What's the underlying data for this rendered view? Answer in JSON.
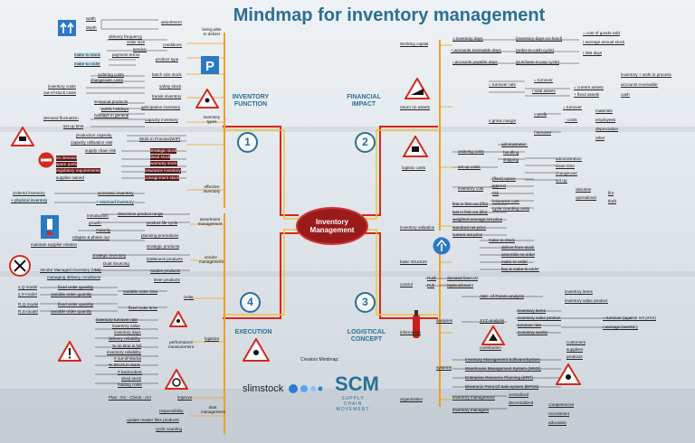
{
  "title": "Mindmap for inventory management",
  "center": "Inventory Management",
  "sections": {
    "s1": "INVENTORY FUNCTION",
    "s2": "FINANCIAL IMPACT",
    "s3": "LOGISTICAL CONCEPT",
    "s4": "EXECUTION"
  },
  "numbers": {
    "n1": "1",
    "n2": "2",
    "n3": "3",
    "n4": "4"
  },
  "credits": "Creators Mindmap:",
  "logo1": "slimstock",
  "logo2": "SCM",
  "logo2_sub": "SUPPLY CHAIN MOVEMENT",
  "q1": {
    "width": "width",
    "depth": "depth",
    "assortment": "assortment",
    "delivery_frequency": "delivery frequency",
    "order_size": "order size",
    "service": "service",
    "conditions": "conditions",
    "being_able": "being able to deliver",
    "make_to_stock": "make-to-stock",
    "make_to_order": "make-to-order",
    "payment_terms": "payment terms",
    "product_type": "product type",
    "ordering_costs": "ordering costs",
    "changeover_costs": "changeover costs",
    "batch_size_stock": "batch size stock",
    "inventory_costs": "inventory costs",
    "out_of_stock": "out-of-stock costs",
    "safety_stock": "safety stock",
    "transit_inventory": "transit inventory",
    "seasonal": "seasonal products",
    "public_holidays": "public holidays",
    "holidays_general": "holidays in general",
    "anticipation": "anticipation inventory",
    "demand_fluct": "demand fluctuation",
    "set_up_time": "set up time",
    "capacity_inv": "capacity inventory",
    "inventory_types": "inventory types",
    "production_capacity": "production capacity",
    "capacity_util": "capacity utilisation rate",
    "wip": "Work In Process(WIP)",
    "supply_chain_risk": "supply chain risk",
    "no_demand": "no demand",
    "spare_parts": "spare parts",
    "regulatory": "regulatory requirements",
    "supplier_owned": "supplier owned",
    "strategic_stock": "strategic stock",
    "dead_stock": "dead stock",
    "warranty_stock": "warranty stock",
    "insurance_inv": "insurance inventory",
    "consignment": "consignment stock",
    "ordered_inventory": "ordered inventory",
    "physical_inventory": "+ physical inventory",
    "economic_inventory": "economic inventory",
    "reserved_inventory": "+ reserved inventory",
    "effective_inventory": "effective inventory"
  },
  "q4": {
    "determine_range": "determine product range",
    "introduction": "introduction",
    "growth": "growth",
    "maturity": "maturity",
    "relapse": "relapse & phase out",
    "maintain_supplier": "maintain supplier relation",
    "plc": "product life cycle",
    "assortment_mgmt": "assortment management",
    "planning_promotions": "planning promotions",
    "strategic_products": "strategic products",
    "strategic_inventory": "strategic inventory",
    "dual_sourcing": "Dual Sourcing",
    "bottleneck": "bottleneck products",
    "vmi": "Vendor Managed Inventory (VMI)",
    "managing_delivery": "managing delivery conditions",
    "routine": "routine products",
    "lever": "lever products",
    "vendor_mgmt": "vendor management",
    "sq_model": "s,Q-model",
    "sS_model": "s,S-model",
    "RQ_model": "R,Q-model",
    "RS_model": "R,S-model",
    "fixed_order_q1": "fixed order quantity",
    "variable_order_q1": "variable order quantity",
    "fixed_order_q2": "fixed order quantity",
    "variable_order_q2": "variable order quantity",
    "variable_order_time": "variable order time",
    "fixed_order_time": "fixed order time",
    "order": "order",
    "turnover_rate": "inventory turnover rate",
    "inventory_value": "inventory value",
    "inventory_days": "inventory days",
    "delivery_rel": "delivery reliability",
    "on_time_full": "% on time in full",
    "inv_reliability": "inventory reliability",
    "out_of_stocks": "# out-of-stocks",
    "sku_stock": "% SKU's in stock",
    "backorders": "# backorders",
    "dead_stock": "dead stock",
    "holding_costs": "holding costs",
    "perf_meas": "performance measurement",
    "logistics": "logistics",
    "pdca": "Plan - Do - Check - Act",
    "improve": "improve",
    "responsibility": "responsibility",
    "update_master": "update master files products",
    "cycle_counting": "cycle counting",
    "data_mgmt": "data management"
  },
  "q2": {
    "working_capital": "Working capital",
    "inventory_days": "+ inventory days",
    "inv_days_onhand": "(inventory-days-on-hand)",
    "receivable_days": "+ accounts receivable days",
    "order_to_cash": "(order-to-cash cycle)",
    "payable_days": "- accounts payable days",
    "purchase_to_pay": "(purchase-to-pay cycle)",
    "cost_goods_sold": "= cost of goods sold",
    "avg_annual_stock": "/ average annual stock",
    "d365": "/ 365 days",
    "inv_work_process": "inventory + work in process",
    "accounts_receivable": "accounts receivable",
    "cash": "cash",
    "current_assets": "= current assets",
    "fixed_assets": "+ fixed assets",
    "turnover_rate": "= turnover rate",
    "total_assets": "/ total assets",
    "turnover1": "= turnover",
    "return_on_assets": "return on assets",
    "gross_margin": "x gross margin",
    "profit": "= profit",
    "turnover2": "/ turnover",
    "turnover3": "= turnover",
    "costs": "- costs",
    "materials": "materials",
    "employees": "employees",
    "depreciation": "depreciation",
    "other": "other",
    "ordering_costs": "ordering costs",
    "administration1": "administration",
    "handling": "handling",
    "shipping": "shipping",
    "set_up_costs": "set up costs",
    "administration2": "administration",
    "down_time": "down time",
    "changeover": "changeover",
    "set_up": "set up",
    "floor_space": "(floor) space",
    "interest": "interest",
    "risk": "risk",
    "obsolete": "obsolete",
    "operational": "operational",
    "fire": "fire",
    "theft": "theft",
    "insurance_cost": "insurance cost",
    "cycle_counting": "cycle counting costs",
    "inventory_cost": "inventory cost",
    "logistic_costs": "logistic costs",
    "fifo": "first in first out (fifo)",
    "lifo": "last in first out (lifo)",
    "weighted_avg": "weighted average net price",
    "standard_net": "standard net price",
    "current_net": "current net price",
    "inventory_valuation": "inventory valuation"
  },
  "q3": {
    "make_to_stock": "make-to-stock",
    "deliver_from_stock": "deliver-from-stock",
    "assemble_to_order": "assemble-to-order",
    "make_to_order": "make-to-order",
    "buy_make_to_order": "buy & make-to-order",
    "basic_structure": "basic structure",
    "push": "Push",
    "pull": "Pull",
    "demand_forecast": "demand forecast",
    "replenishment": "replenishment",
    "control": "control",
    "abc_pareto": "ABC- of Pareto-analysis",
    "inventory_items": "inventory items",
    "inventory_value_product": "inventory value product",
    "xyz": "XYZ-analysis",
    "inv_items2": "inventory items",
    "inv_value_product2": "inventory value product",
    "turnover_rate": "turnover rate",
    "inventory_weeks": "inventory weeks",
    "turnover_against": "= turnover (against net price)",
    "avg_inventory": "/ average inventory",
    "contribution": "contribution",
    "customers": "customers",
    "suppliers": "suppliers",
    "products": "products",
    "analyses": "analyses",
    "information": "information",
    "ims": "Inventory Management Software/System",
    "wms": "Warehouse Management System (WMS)",
    "erp": "Enterprise Resource Planning (ERP)",
    "epos": "Electronic Point Of Sale system (EPOS)",
    "systems": "systems",
    "inventory_mgmt": "inventory management",
    "centralized": "centralized",
    "decentralized": "decentralized",
    "inventory_managers": "inventory managers",
    "competencies": "competencies",
    "recruitment": "recruitment",
    "education": "education",
    "organization": "organization"
  }
}
